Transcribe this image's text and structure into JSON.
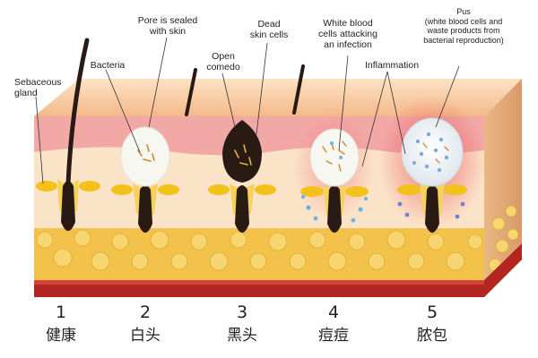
{
  "labels": {
    "sebaceous_gland": "Sebaceous\ngland",
    "bacteria": "Bacteria",
    "pore_sealed": "Pore is sealed\nwith skin",
    "open_comedo": "Open\ncomedo",
    "dead_skin": "Dead\nskin cells",
    "white_blood": "White blood\ncells attacking\nan infection",
    "inflammation": "Inflammation",
    "pus": "Pus\n(white blood cells and\nwaste products from\nbacterial reproduction)"
  },
  "stages": [
    {
      "number": "1",
      "name": "健康"
    },
    {
      "number": "2",
      "name": "白头"
    },
    {
      "number": "3",
      "name": "黑头"
    },
    {
      "number": "4",
      "name": "痘痘"
    },
    {
      "number": "5",
      "name": "脓包"
    }
  ],
  "colors": {
    "top_surface": "#f6c89a",
    "epidermis": "#f2a9a6",
    "dermis": "#fbe3c8",
    "fat": "#f2c24a",
    "muscle": "#b32520",
    "hair": "#2a1a14",
    "gland": "#f3c21a",
    "white_cell": "#6fb3e0"
  }
}
